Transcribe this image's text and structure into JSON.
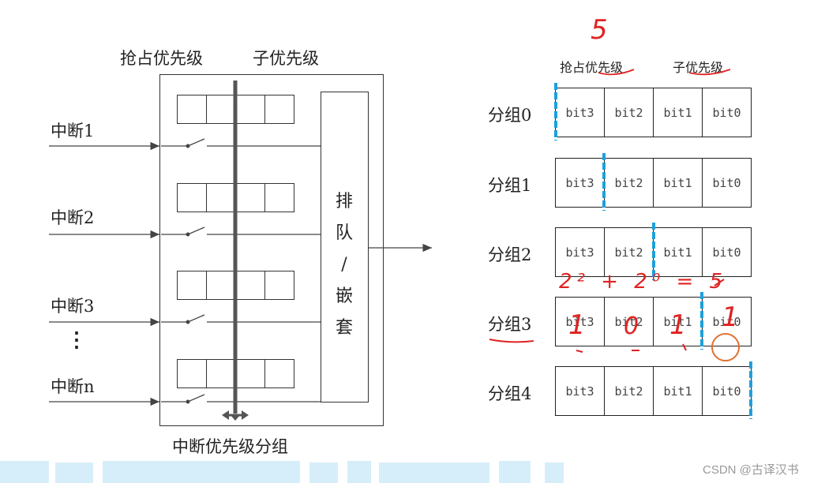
{
  "left": {
    "col_preempt": "抢占优先级",
    "col_sub": "子优先级",
    "interrupts": [
      "中断1",
      "中断2",
      "中断3",
      "中断n"
    ],
    "ellipsis": "⋮",
    "queue_label": [
      "排",
      "队",
      "/",
      "嵌",
      "套"
    ],
    "caption": "中断优先级分组"
  },
  "right": {
    "annot_top": "5",
    "col_preempt": "抢占优先级",
    "col_sub": "子优先级",
    "groups": [
      {
        "name": "分组0",
        "bits": [
          "bit3",
          "bit2",
          "bit1",
          "bit0"
        ],
        "split": 0
      },
      {
        "name": "分组1",
        "bits": [
          "bit3",
          "bit2",
          "bit1",
          "bit0"
        ],
        "split": 1
      },
      {
        "name": "分组2",
        "bits": [
          "bit3",
          "bit2",
          "bit1",
          "bit0"
        ],
        "split": 2
      },
      {
        "name": "分组3",
        "bits": [
          "bit3",
          "bit2",
          "bit1",
          "bit0"
        ],
        "split": 3
      },
      {
        "name": "分组4",
        "bits": [
          "bit3",
          "bit2",
          "bit1",
          "bit0"
        ],
        "split": 4
      }
    ],
    "annot_formula": "2² + 2⁰ = 5",
    "annot_digits": [
      "1",
      "0",
      "1",
      "1"
    ]
  },
  "watermark": "CSDN @古译汉书",
  "colors": {
    "split_line": "#1ea0dc",
    "annotation": "#e02222",
    "circle": "#e07030"
  }
}
